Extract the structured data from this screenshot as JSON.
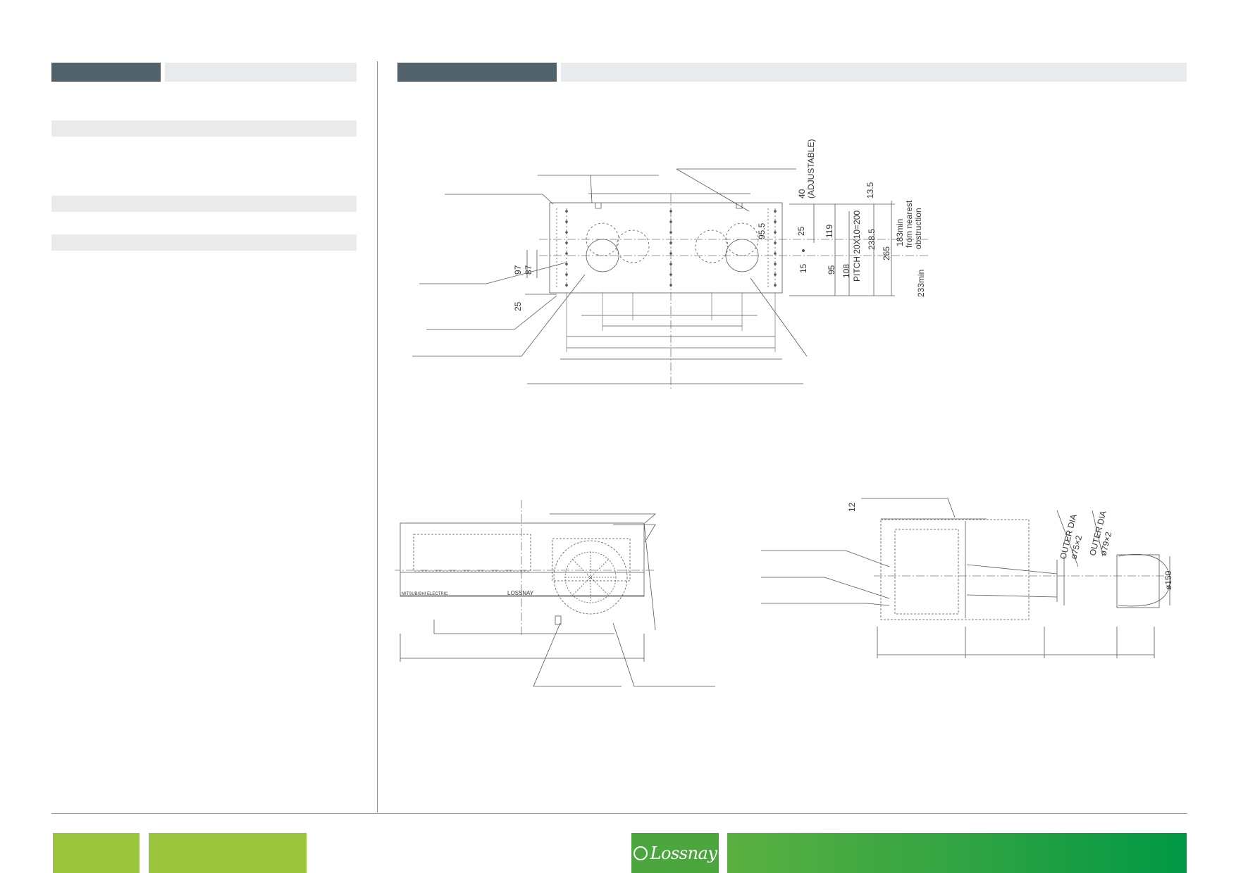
{
  "colors": {
    "header_dark": "#52626a",
    "header_light": "#e9eaeb",
    "footer_lime": "#9bc53d",
    "footer_green_start": "#5ab040",
    "footer_green_end": "#009844",
    "logo_bg": "#4aa63d"
  },
  "footer": {
    "logo_text": "Lossnay"
  },
  "top_view": {
    "dims": {
      "adjustable_40": "40",
      "adjustable": "(ADJUSTABLE)",
      "d13_5": "13.5",
      "d95_5": "95.5",
      "d25_right": "25",
      "d119": "119",
      "pitch": "PITCH 20X10=200",
      "d238_5": "238.5",
      "d265": "265",
      "min183_a": "183min",
      "min183_b": "from nearest",
      "min183_c": "obstruction",
      "d15": "15",
      "d95": "95",
      "d108": "108",
      "min233": "233min",
      "d97": "97",
      "d87": "87",
      "d25_left": "25"
    }
  },
  "front_view": {
    "brand_left": "MITSUBISHI ELECTRIC",
    "brand_right": "LOSSNAY"
  },
  "side_view": {
    "d12": "12",
    "outer_dia_1": "OUTER DIA",
    "phi75": "ø75×2",
    "outer_dia_2": "OUTER DIA",
    "phi79": "ø79×2",
    "phi150": "ø150"
  }
}
